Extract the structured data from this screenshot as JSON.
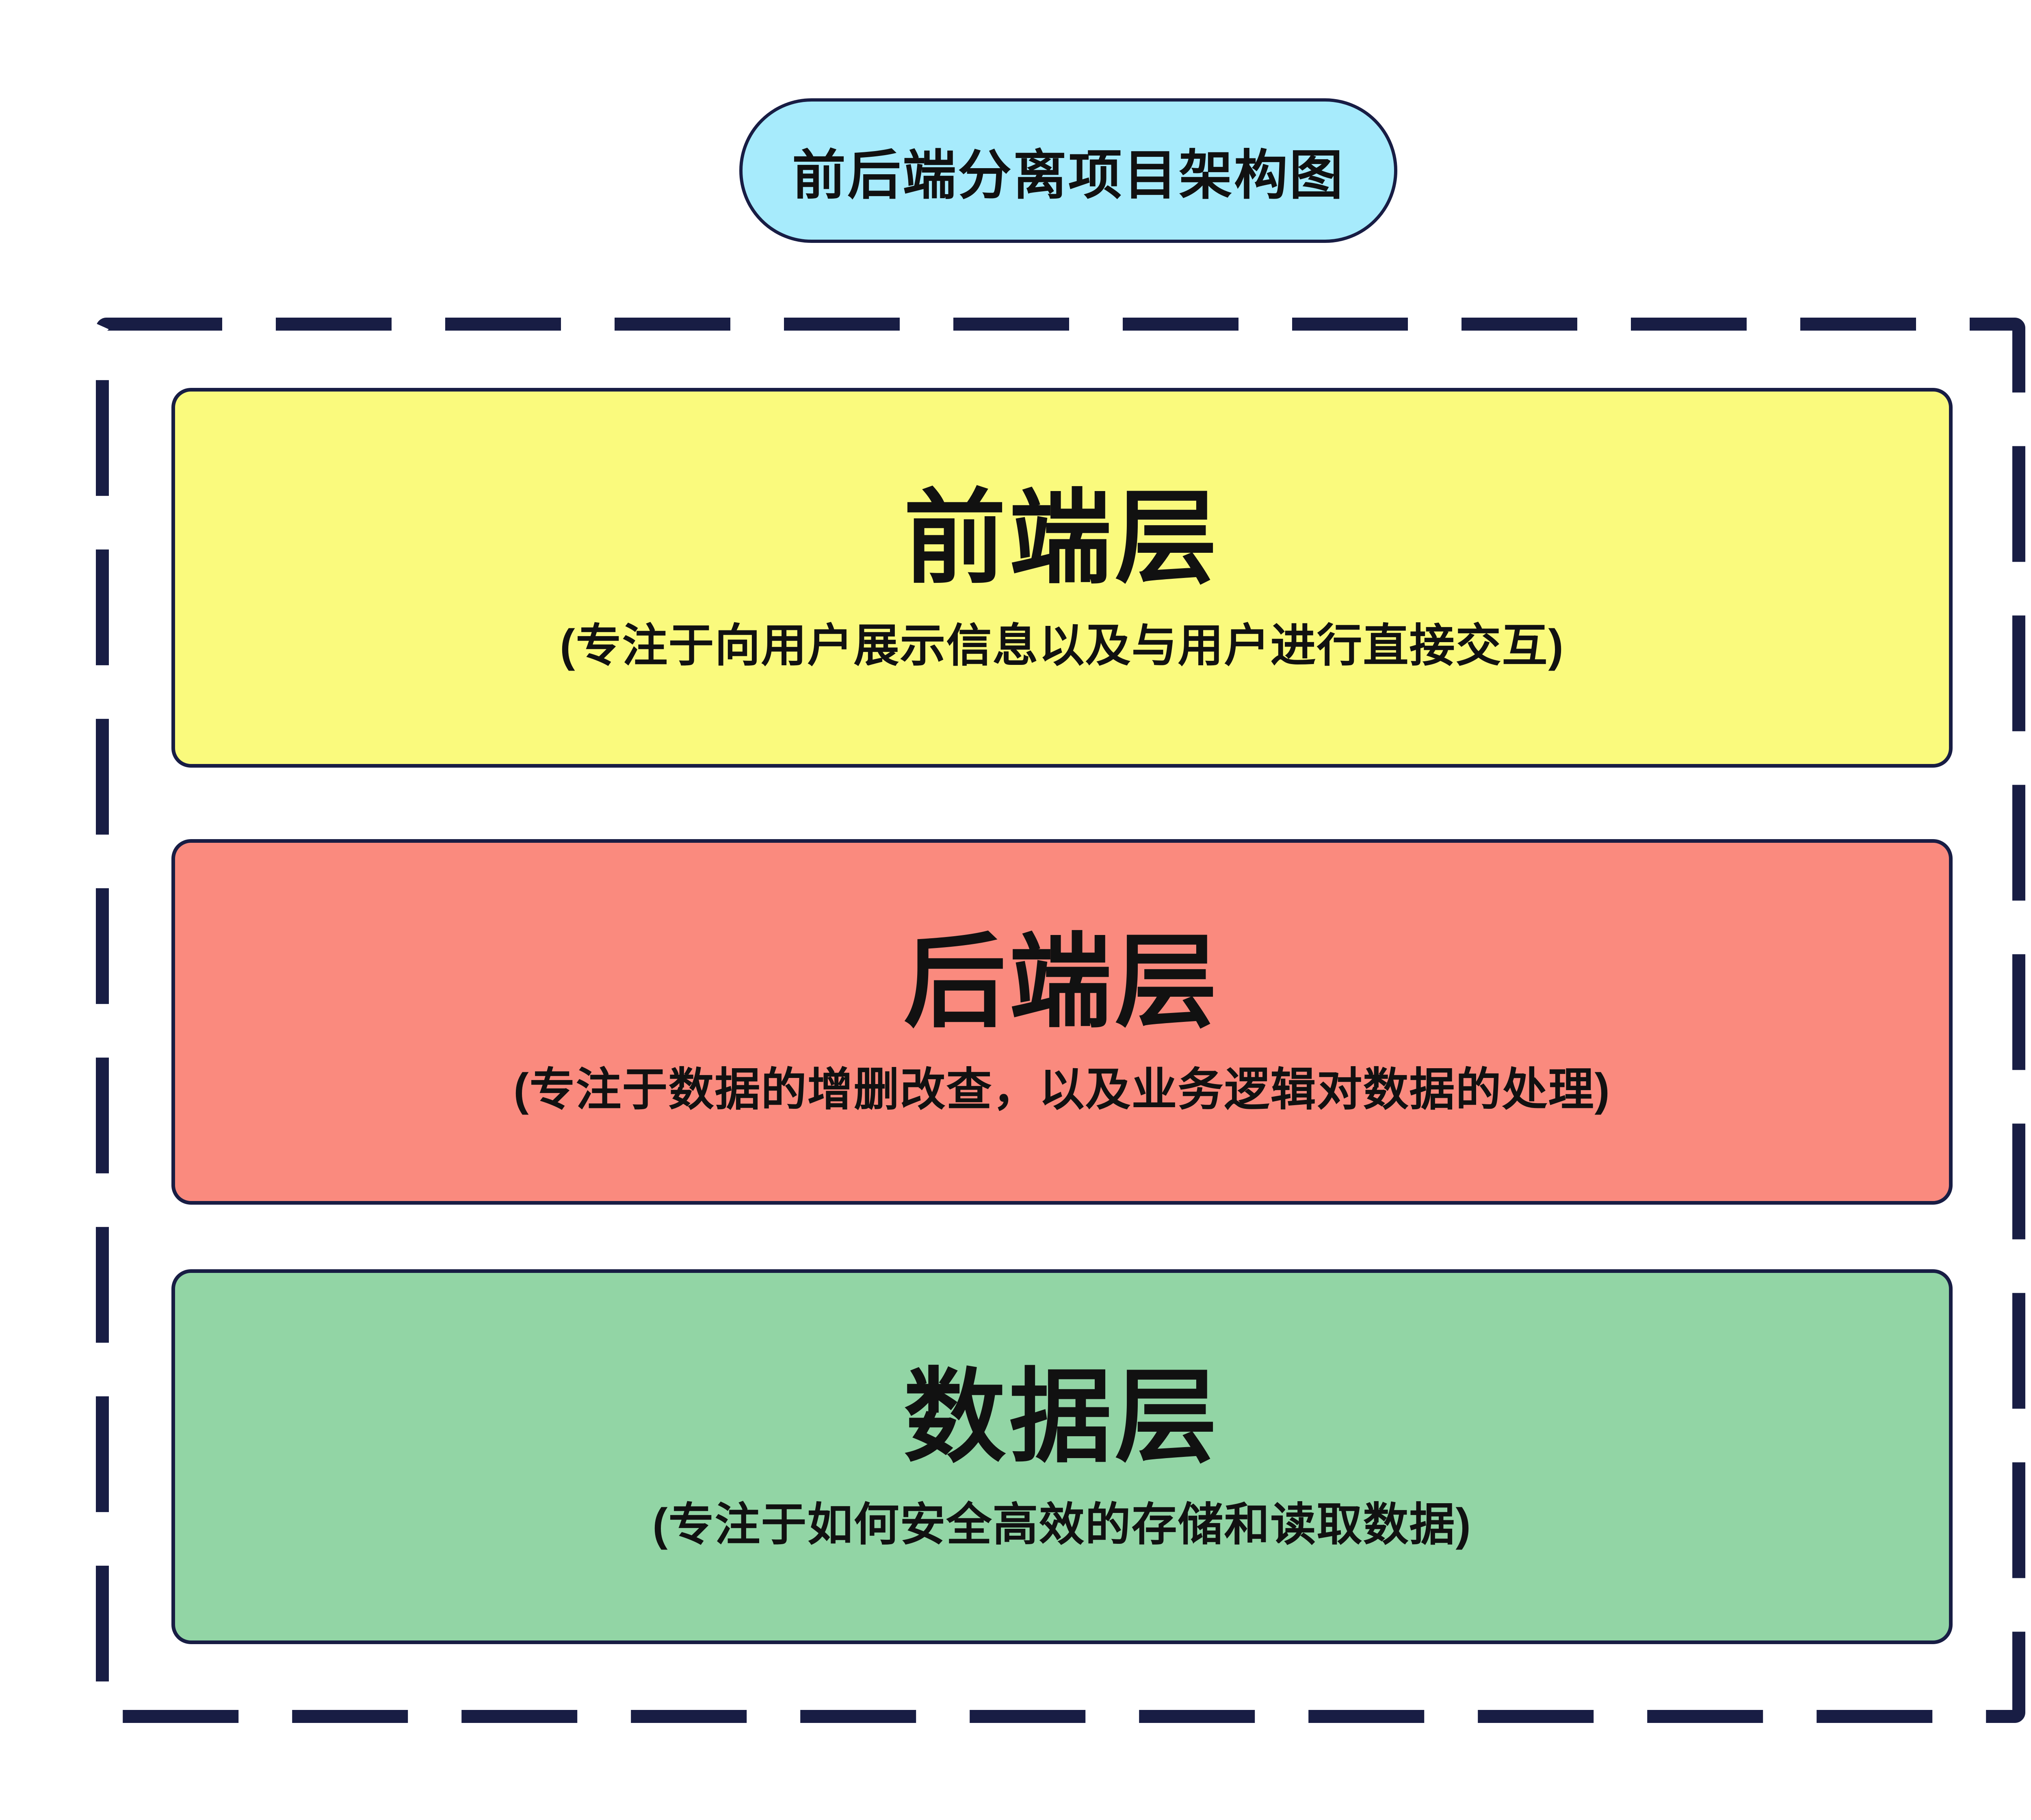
{
  "diagram": {
    "title": "前后端分离项目架构图",
    "layers": [
      {
        "id": "frontend",
        "name": "前端层",
        "desc": "(专注于向用户展示信息以及与用户进行直接交互)",
        "fill": "#FAFA7D"
      },
      {
        "id": "backend",
        "name": "后端层",
        "desc": "(专注于数据的增删改查，以及业务逻辑对数据的处理)",
        "fill": "#FA8A7E"
      },
      {
        "id": "data",
        "name": "数据层",
        "desc": "(专注于如何安全高效的存储和读取数据)",
        "fill": "#92D5A5"
      }
    ],
    "colors": {
      "navy": "#181D44",
      "cyan": "#A7EBFC",
      "ink": "#111111",
      "bg": "#FFFFFF"
    }
  }
}
